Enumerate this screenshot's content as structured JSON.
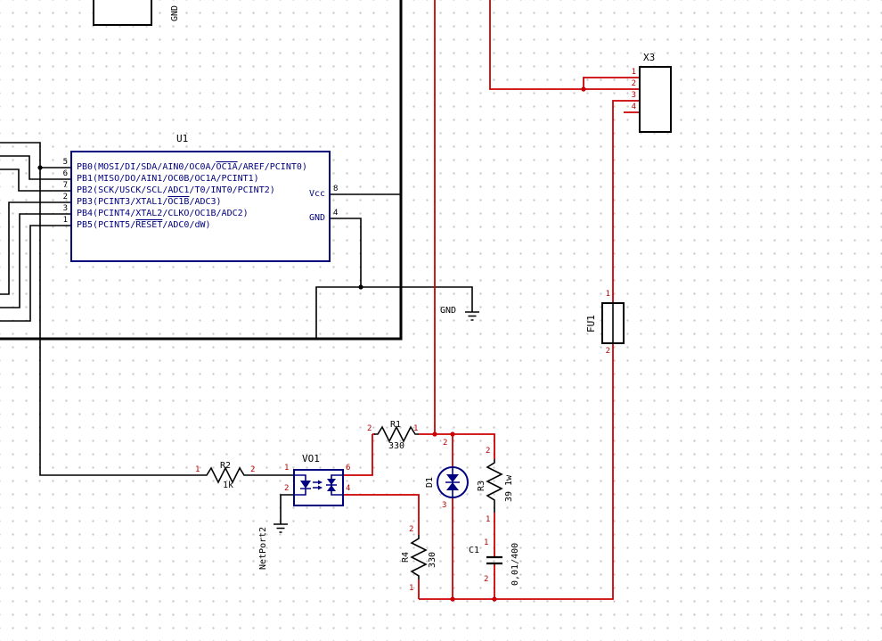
{
  "colors": {
    "background": "#ffffff",
    "grid_dot": "#c9c9c9",
    "wire_black": "#000000",
    "wire_red": "#cc0000",
    "component_navy": "#000080",
    "pin_number_red": "#b40000",
    "text": "#000000"
  },
  "components": {
    "u1": {
      "refdes": "U1",
      "left_pins": [
        {
          "number": "5",
          "name": "PB0(MOSI/DI/SDA/AIN0/OC0A/~OC1A~/AREF/PCINT0)"
        },
        {
          "number": "6",
          "name": "PB1(MISO/DO/AIN1/OC0B/OC1A/PCINT1)"
        },
        {
          "number": "7",
          "name": "PB2(SCK/USCK/SCL/ADC1/T0/INT0/PCINT2)"
        },
        {
          "number": "2",
          "name": "PB3(PCINT3/XTAL1/~OC1B~/ADC3)"
        },
        {
          "number": "3",
          "name": "PB4(PCINT4/XTAL2/CLKO/OC1B/ADC2)"
        },
        {
          "number": "1",
          "name": "PB5(PCINT5/~RESET~/ADC0/dW)"
        }
      ],
      "right_pins": [
        {
          "number": "8",
          "name": "Vcc"
        },
        {
          "number": "4",
          "name": "GND"
        }
      ]
    },
    "x3": {
      "refdes": "X3",
      "pin_numbers": [
        "1",
        "2",
        "3",
        "4"
      ]
    },
    "fu1": {
      "refdes": "FU1",
      "pin_top": "1",
      "pin_bottom": "2"
    },
    "r1": {
      "refdes": "R1",
      "value": "330",
      "pin_left": "2",
      "pin_right": "1"
    },
    "r2": {
      "refdes": "R2",
      "value": "1k",
      "pin_left": "1",
      "pin_right": "2"
    },
    "r3": {
      "refdes": "R3",
      "value": "39 1w",
      "pin_top": "2",
      "pin_bottom": "1"
    },
    "r4": {
      "refdes": "R4",
      "value": "330",
      "pin_top": "2",
      "pin_bottom": "1"
    },
    "c1": {
      "refdes": "C1",
      "value": "0,01/400",
      "pin_top": "1",
      "pin_bottom": "2"
    },
    "d1": {
      "refdes": "D1",
      "pin_top": "2",
      "pin_bottom": "3"
    },
    "vo1": {
      "refdes": "VO1",
      "pin_top_left": "1",
      "pin_bottom_left": "2",
      "pin_top_right": "6",
      "pin_bottom_right": "4"
    }
  },
  "labels": {
    "gnd_pin_top_left": "GND",
    "gnd_net": "GND",
    "netport2": "NetPort2"
  }
}
